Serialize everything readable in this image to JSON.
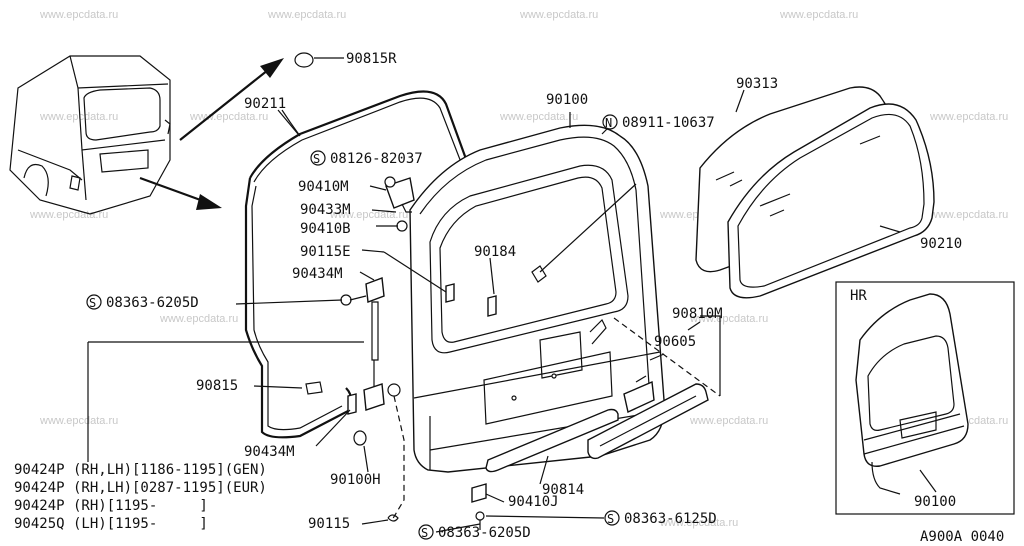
{
  "watermark": "www.epcdata.ru",
  "diagram_code": "A900A 0040",
  "inset_title": "HR",
  "part_labels": {
    "p90815R": "90815R",
    "p90211": "90211",
    "p90100": "90100",
    "n08911": "08911-10637",
    "p90313": "90313",
    "s08126": "08126-82037",
    "p90410M": "90410M",
    "p90433M": "90433M",
    "p90410B": "90410B",
    "p90184": "90184",
    "p90115E": "90115E",
    "p90434M_top": "90434M",
    "s08363_6205D_top": "08363-6205D",
    "p90210": "90210",
    "p90810M": "90810M",
    "p90605": "90605",
    "p90815": "90815",
    "p90434M_bot": "90434M",
    "p90100H": "90100H",
    "p90814": "90814",
    "p90410J": "90410J",
    "p90115": "90115",
    "s08363_6205D_bot": "08363-6205D",
    "s08363_6125D": "08363-6125D",
    "p90100_inset": "90100"
  },
  "circle_letters": {
    "s": "S",
    "n": "N"
  },
  "applicability": [
    "90424P (RH,LH)[1186-1195](GEN)",
    "90424P (RH,LH)[0287-1195](EUR)",
    "90424P (RH)[1195-     ]",
    "90425Q (LH)[1195-     ]"
  ]
}
